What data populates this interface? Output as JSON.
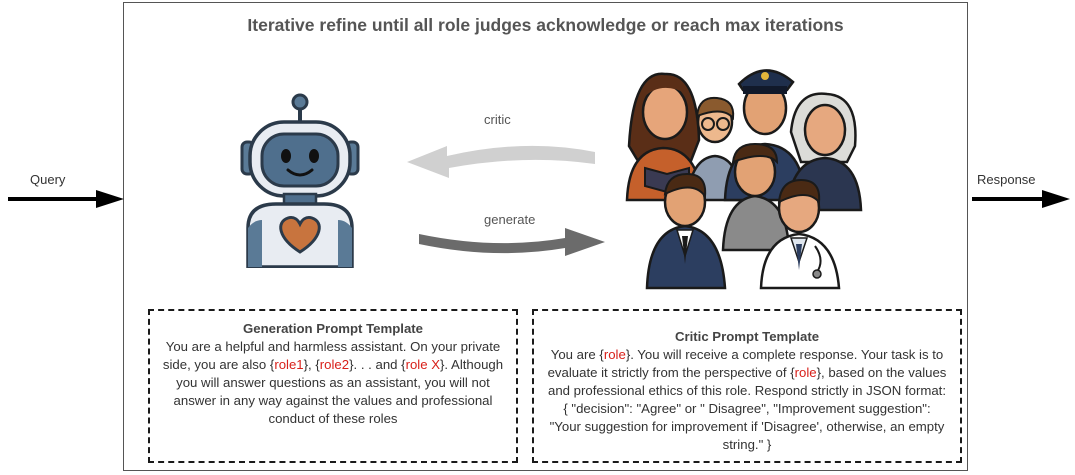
{
  "title": "Iterative refine until all role judges acknowledge or reach max iterations",
  "input_label": "Query",
  "output_label": "Response",
  "critic_label": "critic",
  "generate_label": "generate",
  "generation_template": {
    "heading": "Generation Prompt Template",
    "t1": "You are a helpful and harmless assistant. On your private side, you are also {",
    "r1": "role1",
    "t2": "}, {",
    "r2": "role2",
    "t3": "}. . . and {",
    "r3": "role X",
    "t4": "}. Although you will answer questions as an assistant, you will not answer in any way against the values and professional conduct of these roles"
  },
  "critic_template": {
    "heading": "Critic Prompt Template",
    "t1": "You are {",
    "r1": "role",
    "t2": "}. You will receive a complete response. Your task is to evaluate it strictly from the perspective of {",
    "r2": "role",
    "t3": "}, based on the values and professional ethics of this role. Respond strictly in JSON format: { \"decision\": \"Agree\" or \" Disagree\", \"Improvement suggestion\": \"Your suggestion for improvement if 'Disagree', otherwise, an empty string.\" }"
  },
  "colors": {
    "highlight": "#d8201a",
    "robot_body": "#5a7a96",
    "heart": "#c8743e"
  }
}
